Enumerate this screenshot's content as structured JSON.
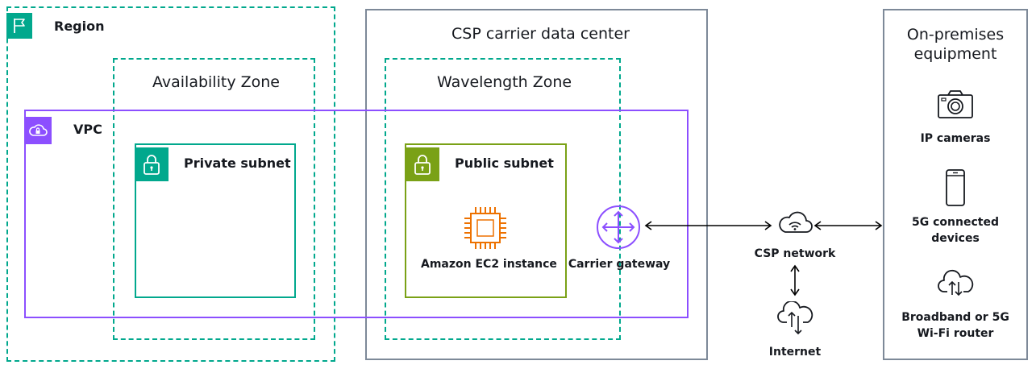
{
  "region": {
    "label": "Region"
  },
  "availability_zone": {
    "label": "Availability Zone"
  },
  "vpc": {
    "label": "VPC"
  },
  "private_subnet": {
    "label": "Private subnet"
  },
  "csp_datacenter": {
    "label": "CSP carrier data center"
  },
  "wavelength_zone": {
    "label": "Wavelength Zone"
  },
  "public_subnet": {
    "label": "Public subnet"
  },
  "ec2": {
    "label": "Amazon EC2 instance"
  },
  "carrier_gateway": {
    "label": "Carrier gateway"
  },
  "csp_network": {
    "label": "CSP network"
  },
  "internet": {
    "label": "Internet"
  },
  "on_premises": {
    "title_line1": "On-premises",
    "title_line2": "equipment",
    "items": [
      {
        "line1": "IP cameras",
        "line2": ""
      },
      {
        "line1": "5G connected",
        "line2": "devices"
      },
      {
        "line1": "Broadband or 5G",
        "line2": "Wi-Fi router"
      }
    ]
  },
  "colors": {
    "region": "#01a88d",
    "vpc": "#8c4fff",
    "private_subnet": "#01a88d",
    "public_subnet": "#7aa116",
    "ec2": "#ed7100",
    "group_border": "#7d8998",
    "text": "#16191f"
  },
  "icons": {
    "region": "flag-icon",
    "vpc": "cloud-lock-icon",
    "subnet": "lock-icon",
    "ec2": "chip-icon",
    "carrier_gateway": "router-arrows-icon",
    "csp_network": "cloud-wifi-icon",
    "internet": "cloud-updown-icon",
    "camera": "camera-icon",
    "phone": "phone-icon",
    "router": "cloud-updown-icon"
  }
}
